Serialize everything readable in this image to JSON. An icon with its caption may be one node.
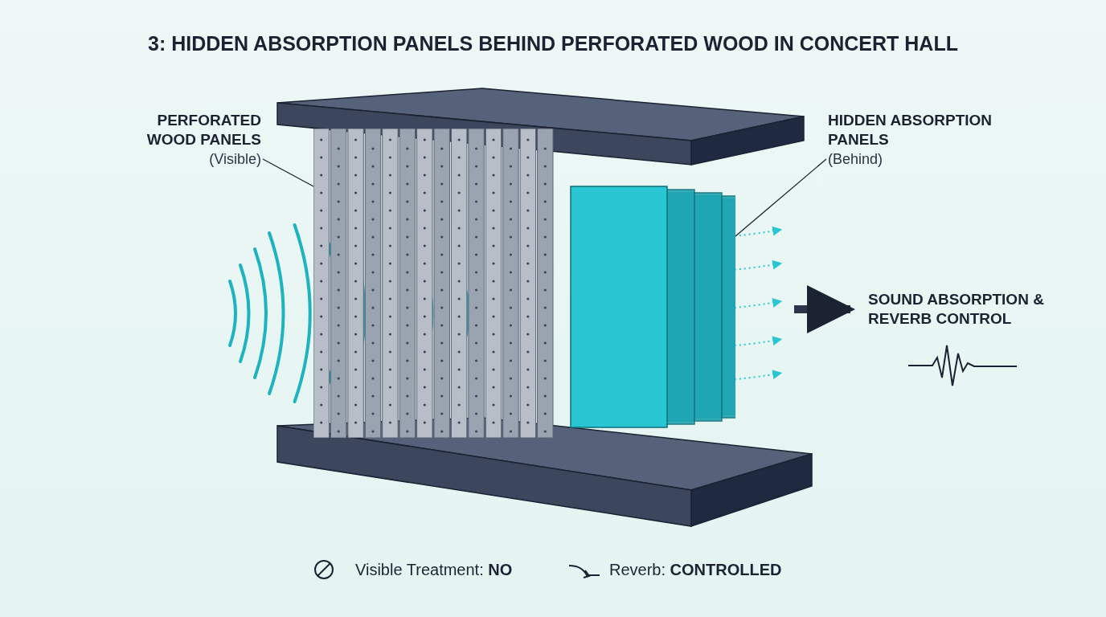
{
  "diagram": {
    "title": "3: HIDDEN ABSORPTION PANELS BEHIND PERFORATED WOOD IN CONCERT HALL",
    "nodes": [
      {
        "text": [
          "PERFORATED WOOD PANELS",
          "(Visible)"
        ]
      },
      {
        "text": [],
        "shape": "picture"
      },
      {
        "text": [
          "HIDDEN ABSORPTION PANELS",
          "(Behind)"
        ]
      },
      {
        "text": [],
        "shape": "picture"
      },
      {
        "text": [
          "SOUND ABSORPTION & REVERB CONTROL"
        ]
      }
    ],
    "edges": [
      {
        "from": 0,
        "to": 1,
        "arrow": "none"
      },
      {
        "from": 2,
        "to": 3,
        "arrow": "none"
      },
      {
        "from": null,
        "to": 4,
        "arrow": "to",
        "style": "thick"
      }
    ],
    "legend": [
      {
        "text": "Visible Treatment: **NO**"
      },
      {
        "text": "Reverb: **CONTROLLED**"
      }
    ]
  }
}
